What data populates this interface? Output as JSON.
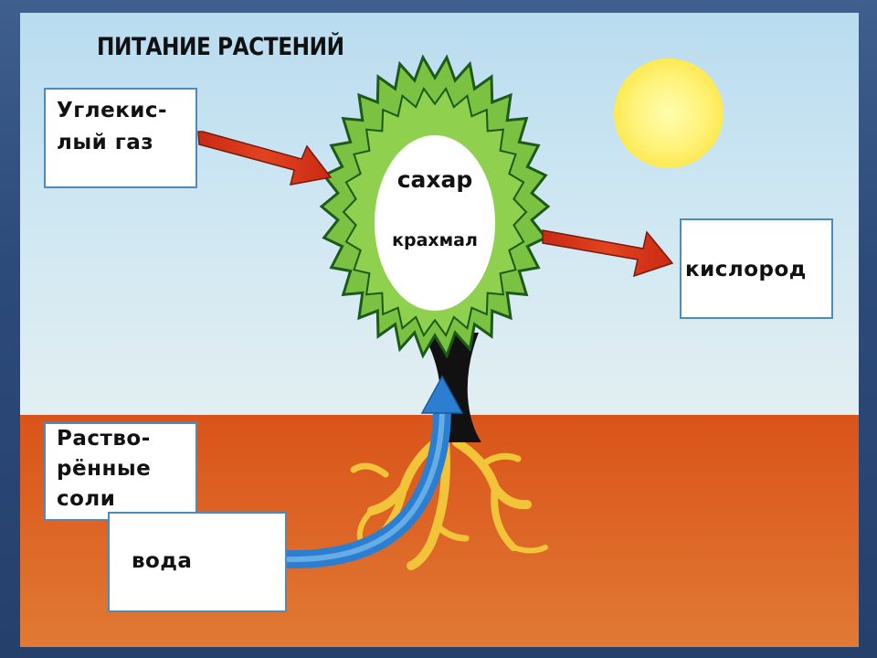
{
  "title": "ПИТАНИЕ РАСТЕНИЙ",
  "labels": {
    "co2": "Углекис-\nлый газ",
    "oxygen": "кислород",
    "salts": "Раство-\nрённые\nсоли",
    "water": "вода",
    "sugar": "сахар",
    "starch": "крахмал"
  },
  "colors": {
    "sky": "#c5e3f2",
    "soil": "#dc5e20",
    "leaf": "#7cc242",
    "leaf_edge": "#1c5a1c",
    "inputs_arrow": "#d8331a",
    "water_arrow": "#2c7fd0",
    "roots": "#f2c43a",
    "sun": "#fff27a",
    "box_border": "#4a8cc0"
  },
  "icons": {
    "sun": "sun-icon",
    "plant": "plant-icon"
  }
}
